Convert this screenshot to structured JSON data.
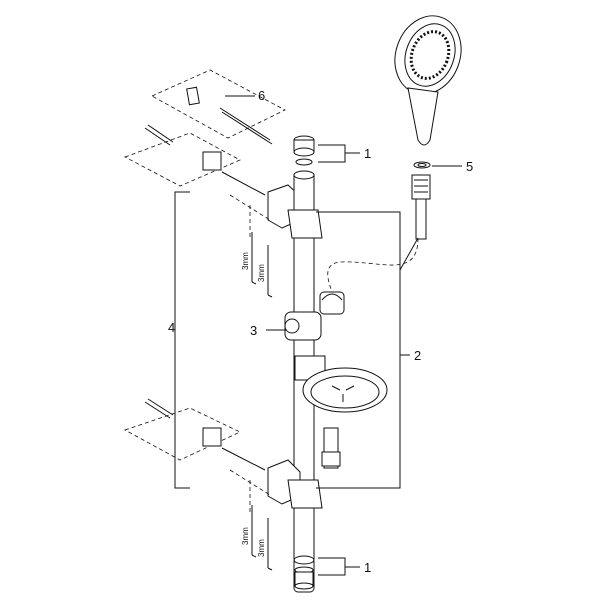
{
  "callouts": {
    "c1_top": "1",
    "c1_bottom": "1",
    "c2": "2",
    "c3": "3",
    "c4": "4",
    "c5": "5",
    "c6": "6"
  },
  "labels": {
    "size_a_upper": "3mm",
    "size_b_upper": "3mm",
    "size_a_lower": "3mm",
    "size_b_lower": "3mm"
  }
}
